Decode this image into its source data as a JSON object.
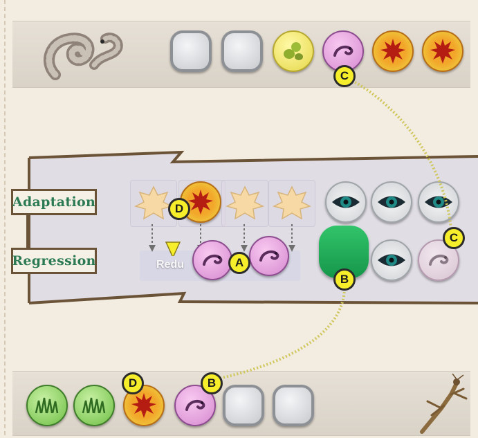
{
  "labels": {
    "adaptation": "Adaptation",
    "regression": "Regression",
    "reduce": "Redu"
  },
  "callouts": {
    "a": "A",
    "b": "B",
    "c": "C",
    "d": "D"
  },
  "top_row_tokens": [
    "empty",
    "empty",
    "yellow-seed",
    "pink-creature",
    "sun",
    "sun"
  ],
  "bottom_row_tokens": [
    "grass",
    "grass",
    "sun",
    "pink-creature",
    "empty",
    "empty"
  ],
  "adaptation_slots": [
    "leaf",
    "sun",
    "leaf",
    "leaf"
  ],
  "eye_tokens": [
    "eye",
    "eye",
    "eye",
    "eye"
  ],
  "colors": {
    "callout_fill": "#f7ee2b",
    "label_text": "#2b7a53",
    "panel_border": "#6b5337",
    "pill_green": "#1fae58"
  }
}
